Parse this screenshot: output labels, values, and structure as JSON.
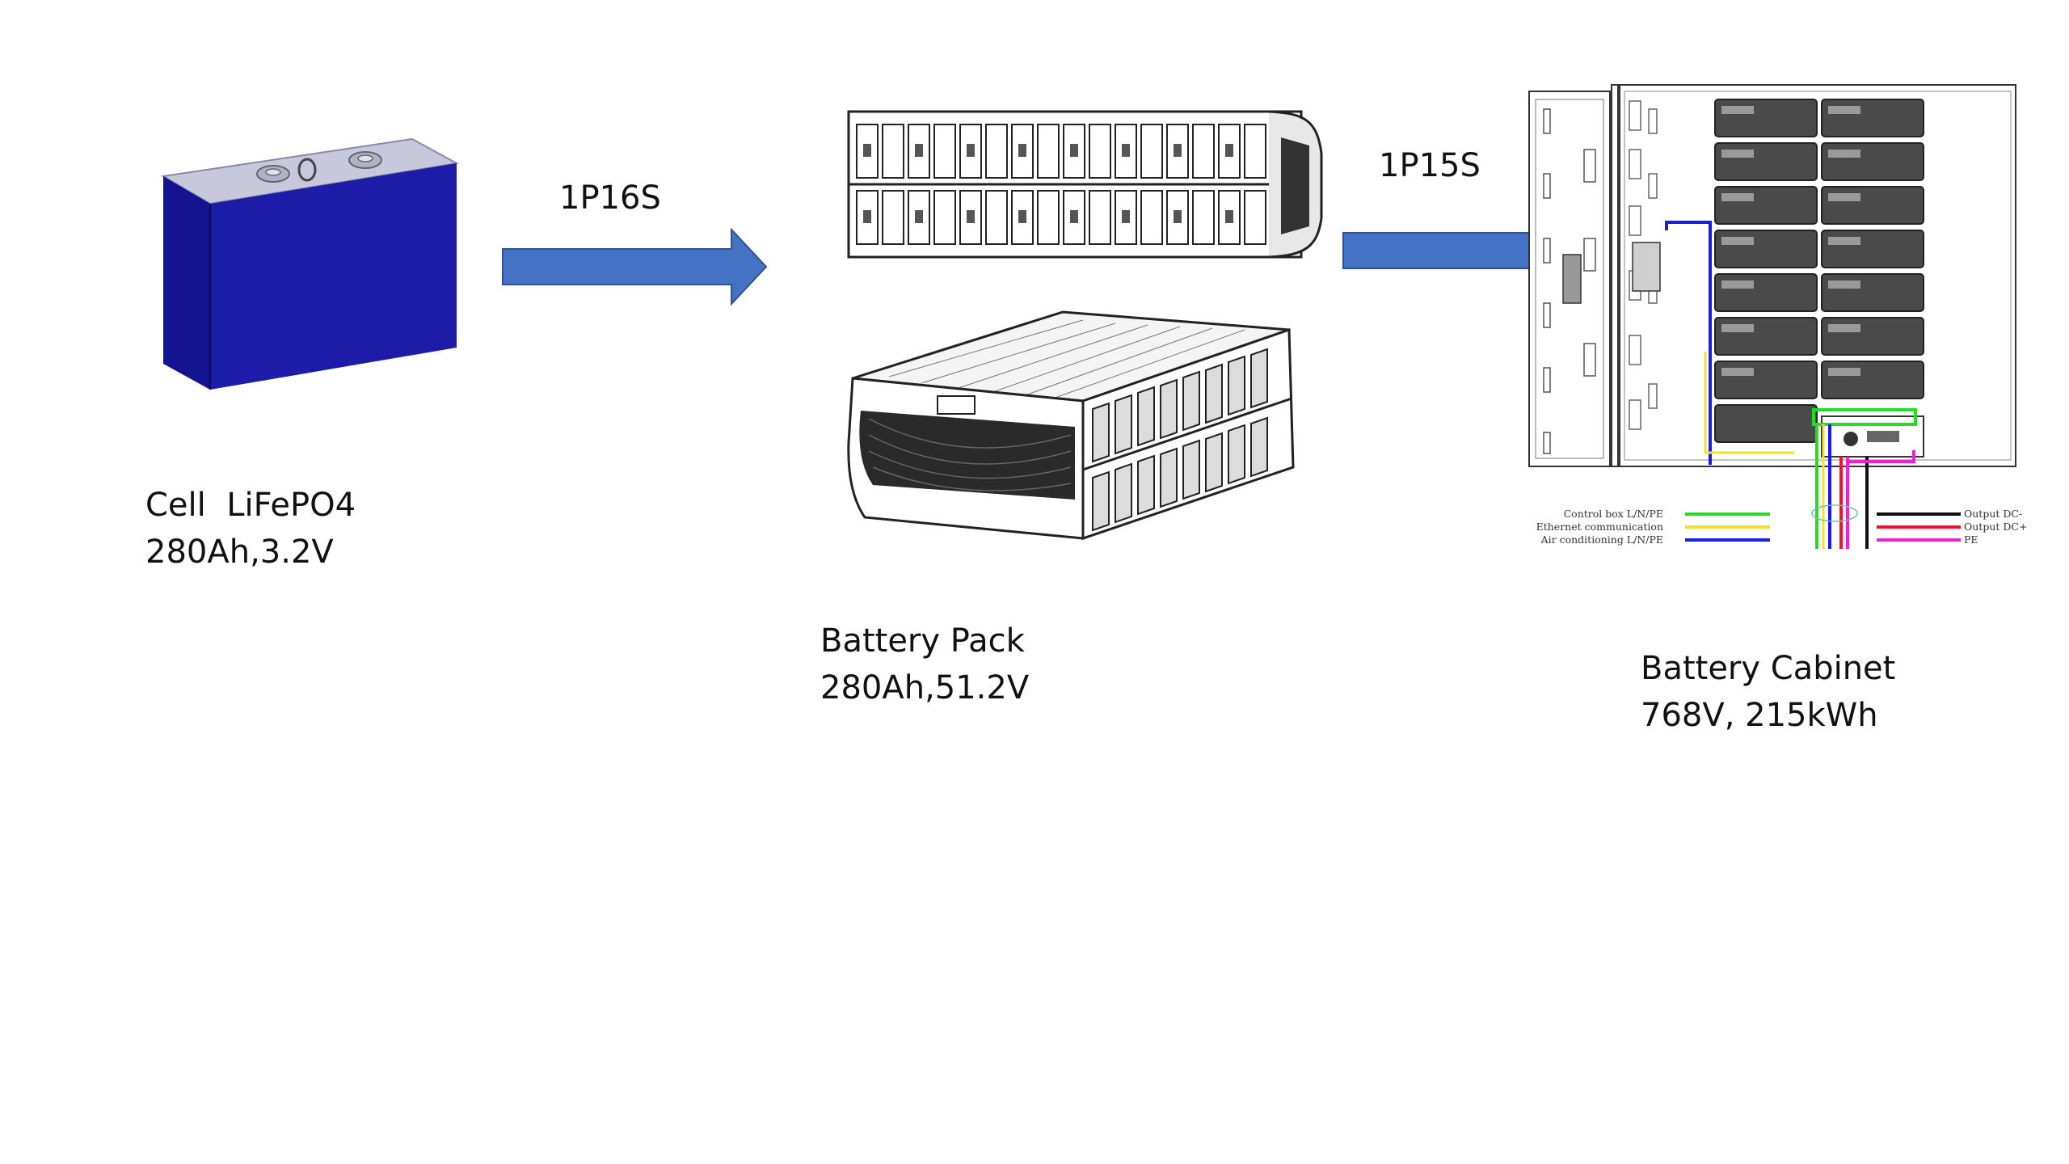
{
  "cell": {
    "name": "Cell  LiFePO4",
    "spec": "280Ah,3.2V"
  },
  "pack": {
    "name": "Battery Pack",
    "spec": "280Ah,51.2V"
  },
  "cabinet": {
    "name": "Battery Cabinet",
    "spec": "768V, 215kWh",
    "legend_left": [
      {
        "label": "Control box L/N/PE",
        "color": "#22dd22"
      },
      {
        "label": "Ethernet communication",
        "color": "#f2e02a"
      },
      {
        "label": "Air conditioning L/N/PE",
        "color": "#1a1aee"
      }
    ],
    "legend_right": [
      {
        "label": "Output DC-",
        "color": "#111111"
      },
      {
        "label": "Output DC+",
        "color": "#ee1133"
      },
      {
        "label": "PE",
        "color": "#ee22cc"
      }
    ]
  },
  "connections": [
    {
      "label": "1P16S"
    },
    {
      "label": "1P15S"
    }
  ],
  "colors": {
    "arrow": "#4472c4",
    "cell_body": "#1a1aa0",
    "cell_top": "#c8c8dc"
  }
}
